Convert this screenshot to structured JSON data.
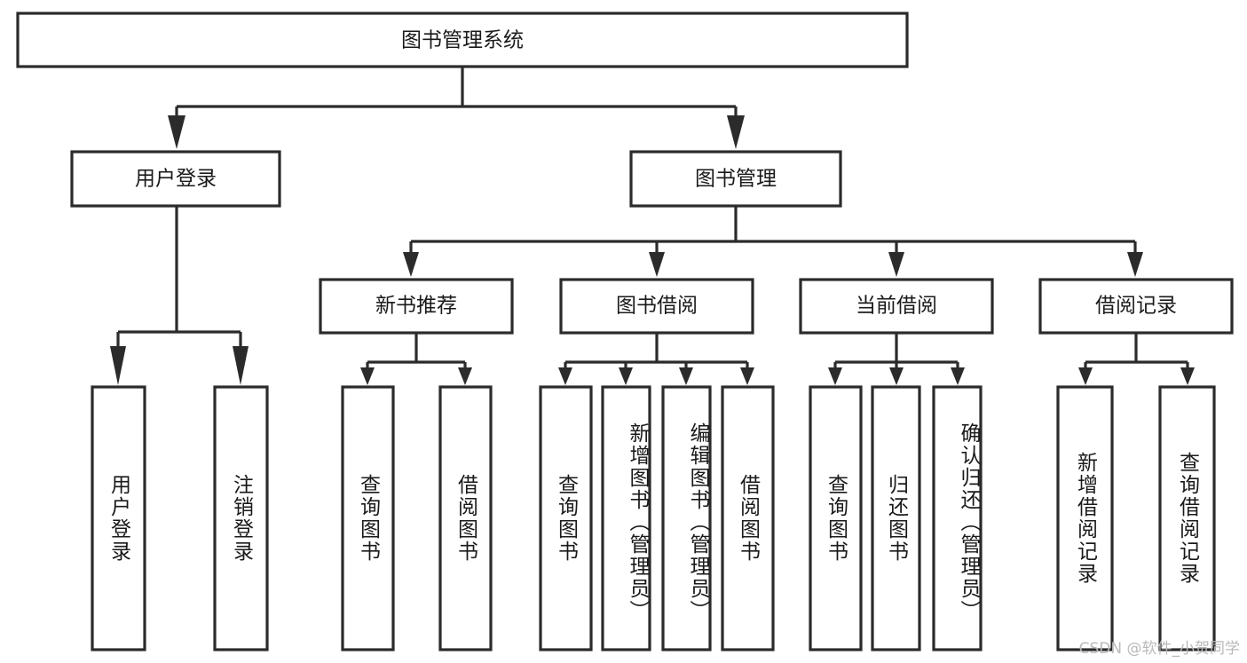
{
  "diagram": {
    "type": "tree",
    "title": "图书管理系统",
    "watermark": "CSDN @软件_小贺同学",
    "levels": [
      {
        "level": 1,
        "nodes": [
          {
            "id": "root",
            "label": "图书管理系统",
            "orientation": "horizontal"
          }
        ]
      },
      {
        "level": 2,
        "nodes": [
          {
            "id": "login",
            "label": "用户登录",
            "orientation": "horizontal",
            "parent": "root"
          },
          {
            "id": "bookmgmt",
            "label": "图书管理",
            "orientation": "horizontal",
            "parent": "root"
          }
        ]
      },
      {
        "level": 3,
        "nodes": [
          {
            "id": "newbook",
            "label": "新书推荐",
            "orientation": "horizontal",
            "parent": "bookmgmt"
          },
          {
            "id": "borrow",
            "label": "图书借阅",
            "orientation": "horizontal",
            "parent": "bookmgmt"
          },
          {
            "id": "current",
            "label": "当前借阅",
            "orientation": "horizontal",
            "parent": "bookmgmt"
          },
          {
            "id": "records",
            "label": "借阅记录",
            "orientation": "horizontal",
            "parent": "bookmgmt"
          }
        ]
      },
      {
        "level": 4,
        "nodes": [
          {
            "id": "leaf1",
            "label": "用户登录",
            "orientation": "vertical",
            "parent": "login"
          },
          {
            "id": "leaf2",
            "label": "注销登录",
            "orientation": "vertical",
            "parent": "login"
          },
          {
            "id": "leaf3",
            "label": "查询图书",
            "orientation": "vertical",
            "parent": "newbook"
          },
          {
            "id": "leaf4",
            "label": "借阅图书",
            "orientation": "vertical",
            "parent": "newbook"
          },
          {
            "id": "leaf5",
            "label": "查询图书",
            "orientation": "vertical",
            "parent": "borrow"
          },
          {
            "id": "leaf6",
            "label": "新增图书（管理员）",
            "orientation": "vertical",
            "parent": "borrow"
          },
          {
            "id": "leaf7",
            "label": "编辑图书（管理员）",
            "orientation": "vertical",
            "parent": "borrow"
          },
          {
            "id": "leaf8",
            "label": "借阅图书",
            "orientation": "vertical",
            "parent": "borrow"
          },
          {
            "id": "leaf9",
            "label": "查询图书",
            "orientation": "vertical",
            "parent": "current"
          },
          {
            "id": "leaf10",
            "label": "归还图书",
            "orientation": "vertical",
            "parent": "current"
          },
          {
            "id": "leaf11",
            "label": "确认归还（管理员）",
            "orientation": "vertical",
            "parent": "current"
          },
          {
            "id": "leaf12",
            "label": "新增借阅记录",
            "orientation": "vertical",
            "parent": "records"
          },
          {
            "id": "leaf13",
            "label": "查询借阅记录",
            "orientation": "vertical",
            "parent": "records"
          }
        ]
      }
    ],
    "colors": {
      "box_fill": "#ffffff",
      "box_stroke": "#2b2b2b",
      "text": "#1a1a1a",
      "watermark": "#b9b9b9",
      "background": "#ffffff"
    }
  }
}
